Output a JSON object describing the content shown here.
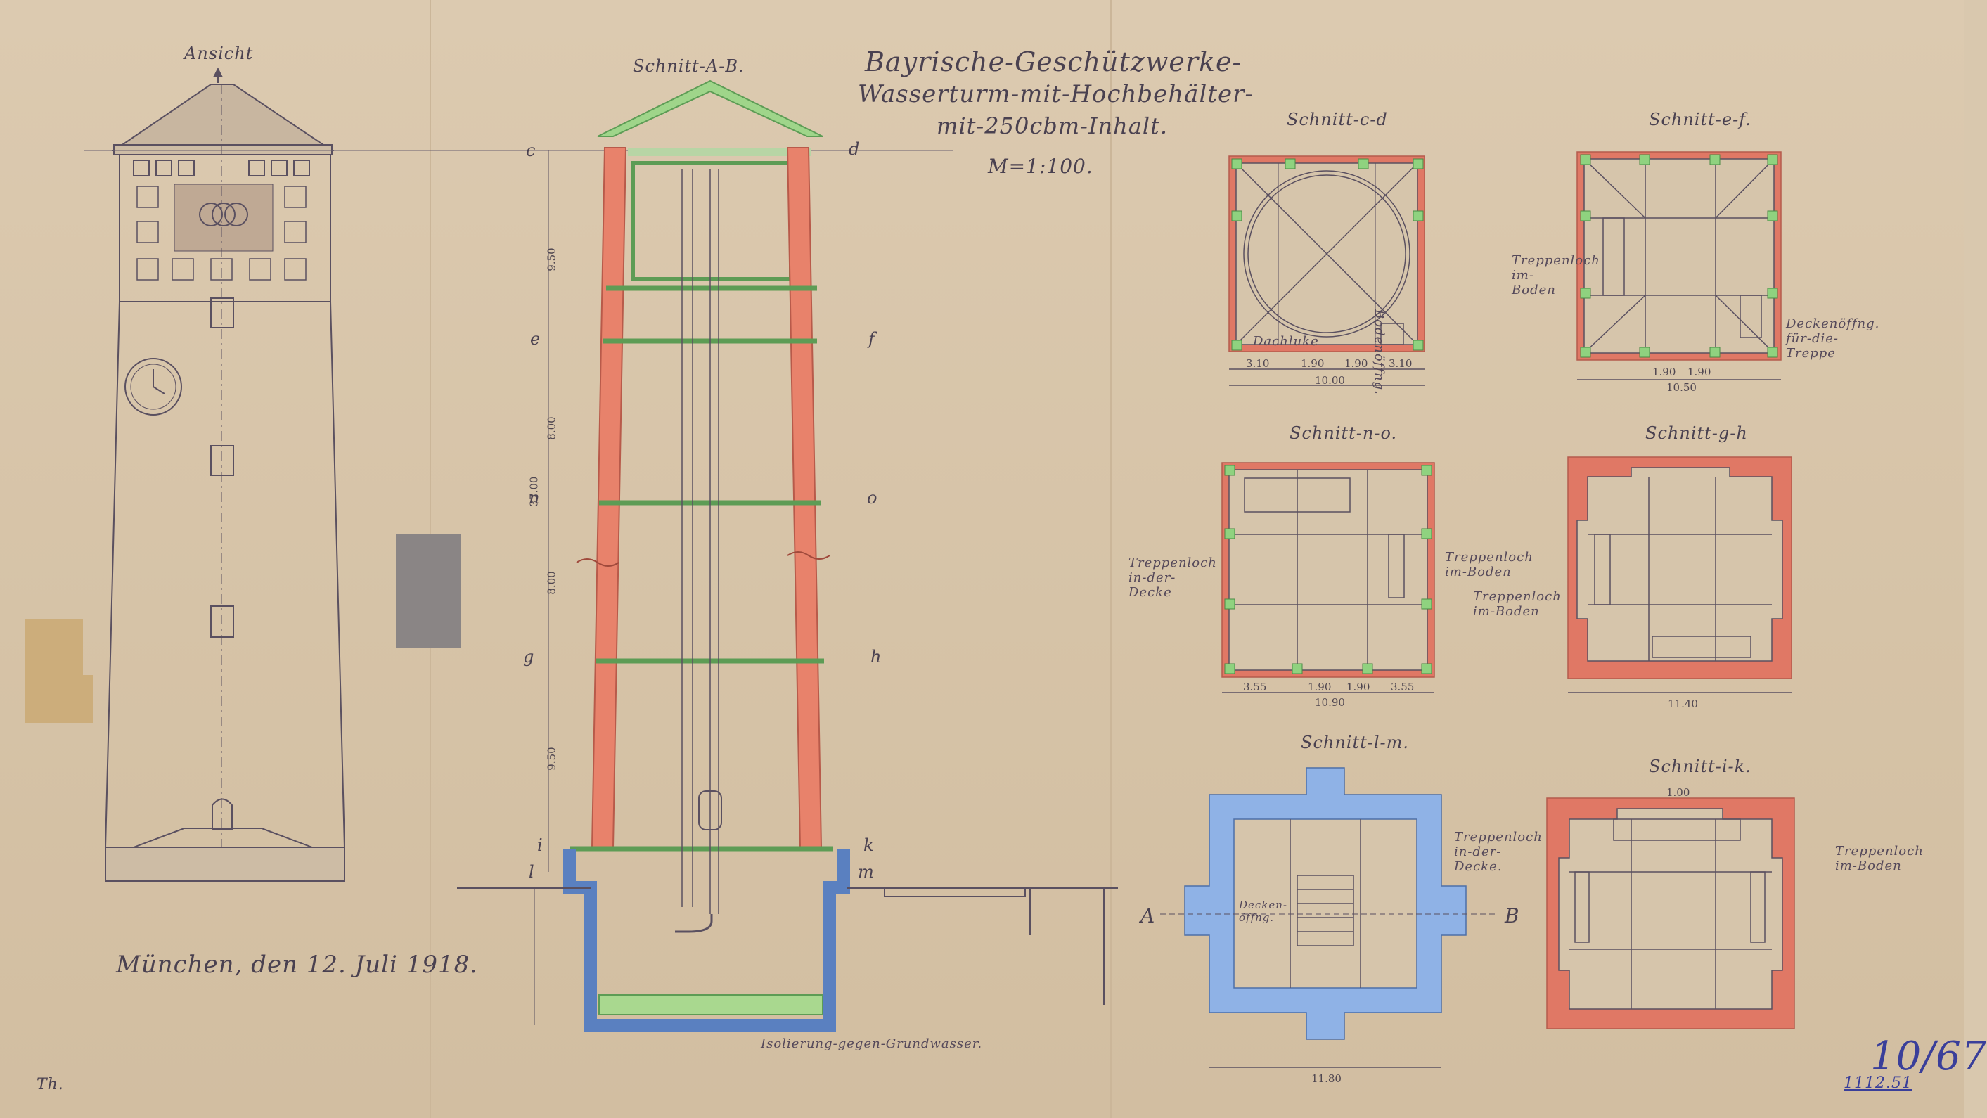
{
  "title": {
    "line1": "Bayrische-Geschützwerke-",
    "line2": "Wasserturm-mit-Hochbehälter-",
    "line3": "mit-250cbm-Inhalt.",
    "scale": "M=1:100."
  },
  "views": {
    "elevation": "Ansicht",
    "section_ab": "Schnitt-A-B.",
    "section_cd": "Schnitt-c-d",
    "section_ef": "Schnitt-e-f.",
    "section_no": "Schnitt-n-o.",
    "section_gh": "Schnitt-g-h",
    "section_lm": "Schnitt-l-m.",
    "section_ik": "Schnitt-i-k."
  },
  "notes": {
    "bodenoeffnung": "Bodenöffng.",
    "dachluke": "Dachluke",
    "treppenloch_boden": "Treppenloch im-Boden",
    "deckenoeffnung": "Deckenöffng. für-die-Treppe",
    "treppenloch_decke": "Treppenloch in-der-Decke",
    "treppenloch_boden_26": "Treppenloch im-Boden",
    "treppenloch_decke_lm": "Treppenloch in-der-Decke.",
    "deckenoeffng_lm": "Decken-öffng.",
    "isolierung": "Isolierung-gegen-Grundwasser."
  },
  "section_markers": {
    "c": "c",
    "d": "d",
    "e": "e",
    "f": "f",
    "n": "n",
    "o": "o",
    "g": "g",
    "h": "h",
    "i": "i",
    "k": "k",
    "l": "l",
    "m": "m",
    "A": "A",
    "B": "B"
  },
  "dimensions": {
    "total_height": "37.00",
    "h1": "9.50",
    "h2": "8.00",
    "h3": "8.00",
    "h4": "9.50",
    "cd_widths": [
      "3.10",
      "1.90",
      "1.90",
      "3.10"
    ],
    "cd_total": "10.00",
    "ef_widths": [
      "1.90",
      "1.90"
    ],
    "ef_total": "10.50",
    "no_widths": [
      "3.55",
      "1.90",
      "1.90",
      "3.55"
    ],
    "no_total": "10.90",
    "gh_total": "11.40",
    "lm_total": "11.80",
    "ik_top": "1.00"
  },
  "place_date": "München, den 12. Juli 1918.",
  "archive_number": "10/67",
  "archive_number_small": "1112.51",
  "initials": "Th.",
  "colors": {
    "paper": "#d9c8ae",
    "ink": "#4a4150",
    "red_wall": "#e06a55",
    "green_beam": "#7fcf72",
    "blue_foundation": "#6f9fe0",
    "archive_blue": "#3a3f9a"
  }
}
